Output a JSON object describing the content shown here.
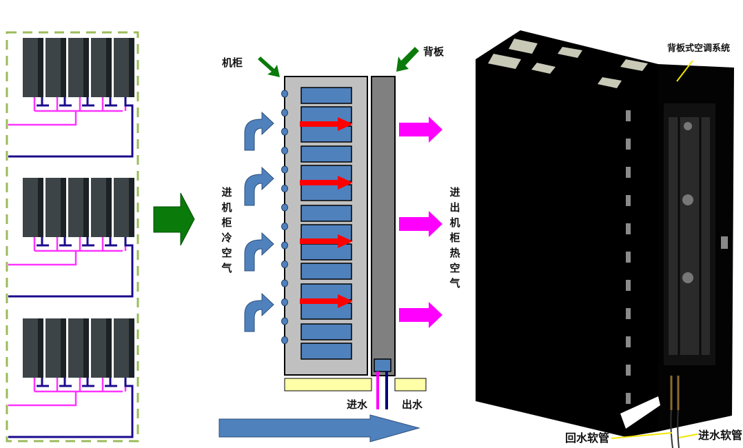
{
  "left_panel": {
    "groups": 3,
    "racks_per_group": 5,
    "colors": {
      "border": "#9bbb59",
      "supply_pipe": "#ff33ff",
      "return_pipe": "#1a0a8c",
      "rack": "#3c4448"
    }
  },
  "transition_arrow": {
    "icon": "right-arrow-icon",
    "color": "#0a7a0a"
  },
  "schematic": {
    "label_cabinet": "机柜",
    "label_backplate": "背板",
    "label_cold_air": "进机柜冷空气",
    "label_hot_air": "进出机柜热空气",
    "label_water_in": "进水",
    "label_water_out": "出水",
    "colors": {
      "cabinet": "#c0c0c0",
      "server": "#4f81bd",
      "heat": "#ff0000",
      "hot_air": "#ff00ff",
      "backplate": "#808080",
      "floor": "#ffffa8",
      "pointer": "#0a7a0a"
    }
  },
  "render": {
    "label_system": "背板式空调系统",
    "label_return_hose": "回水软管",
    "label_supply_hose": "进水软管",
    "colors": {
      "leader": "#f2e600",
      "vent": "#c9c9b8"
    }
  }
}
